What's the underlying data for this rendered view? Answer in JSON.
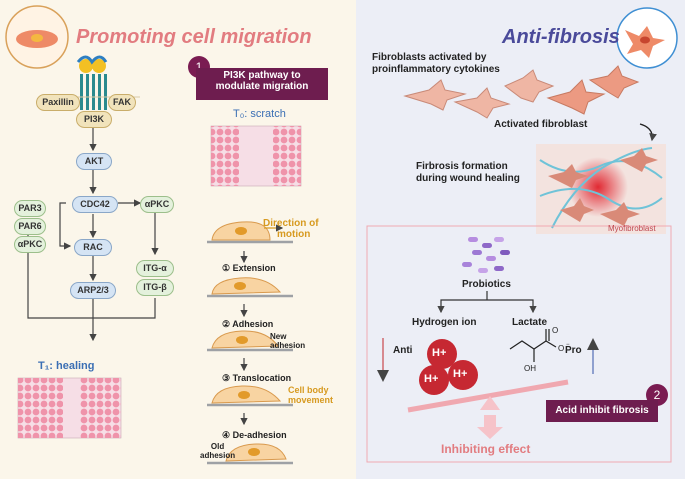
{
  "left": {
    "title": "Promoting cell migration",
    "badge": "1",
    "banner_line1": "PI3K pathway to",
    "banner_line2": "modulate migration",
    "t0": "T₀: scratch",
    "t1": "T₁: healing",
    "proteins": {
      "paxillin": "Paxillin",
      "fak": "FAK",
      "pi3k": "PI3K",
      "akt": "AKT",
      "cdc42": "CDC42",
      "apkc_right": "αPKC",
      "par3": "PAR3",
      "par6": "PAR6",
      "apkc_left": "αPKC",
      "rac": "RAC",
      "arp": "ARP2/3",
      "itga": "ITG-α",
      "itgb": "ITG-β"
    },
    "direction_line1": "Direction of",
    "direction_line2": "motion",
    "steps": [
      {
        "num": "①",
        "label": "Extension"
      },
      {
        "num": "②",
        "label": "Adhesion"
      },
      {
        "num": "③",
        "label": "Translocation"
      },
      {
        "num": "④",
        "label": "De-adhesion"
      }
    ],
    "new_adhesion_1": "New",
    "new_adhesion_2": "adhesion",
    "cell_body_1": "Cell body",
    "cell_body_2": "movement",
    "old_adhesion_1": "Old",
    "old_adhesion_2": "adhesion"
  },
  "right": {
    "title": "Anti-fibrosis",
    "fibro_line1": "Fibroblasts activated by",
    "fibro_line2": "proinflammatory cytokines",
    "activated": "Activated fibroblast",
    "formation_1": "Firbrosis formation",
    "formation_2": "during wound healing",
    "myo": "Myofibroblast",
    "probiotics": "Probiotics",
    "hydrogen": "Hydrogen ion",
    "lactate": "Lactate",
    "anti": "Anti",
    "pro": "Pro",
    "h1": "H+",
    "h2": "H+",
    "h3": "H+",
    "oh": "OH",
    "badge": "2",
    "acid": "Acid inhibit fibrosis",
    "inhibit": "Inhibiting effect"
  },
  "colors": {
    "left_title": "#e27c80",
    "right_title": "#4a4a9a",
    "badge": "#7a1c52",
    "accent_orange": "#d79a20",
    "inhibit": "#e27c80",
    "h_ball": "#c62832"
  }
}
